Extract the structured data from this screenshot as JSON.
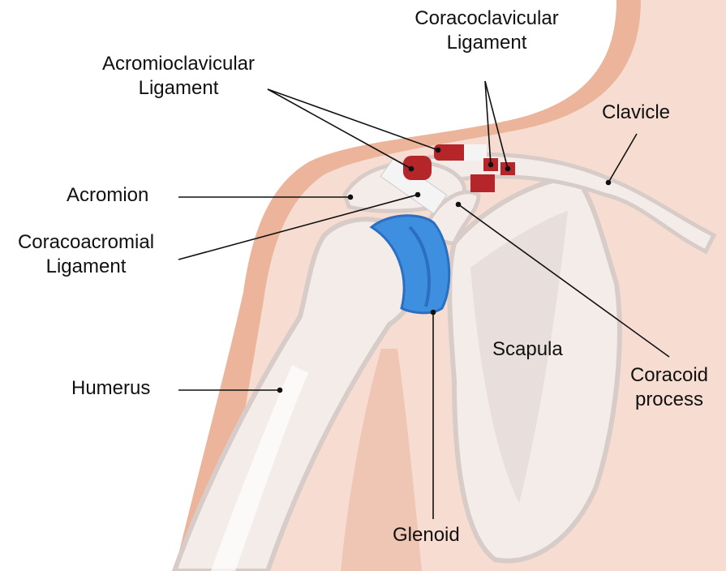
{
  "labels": {
    "acromioclavicular": [
      "Acromioclavicular",
      "Ligament"
    ],
    "coracoclavicular": [
      "Coracoclavicular",
      "Ligament"
    ],
    "clavicle": "Clavicle",
    "acromion": "Acromion",
    "coracoacromial": [
      "Coracoacromial",
      "Ligament"
    ],
    "humerus": "Humerus",
    "scapula": "Scapula",
    "coracoid": [
      "Coracoid",
      "process"
    ],
    "glenoid": "Glenoid"
  },
  "colors": {
    "skin": "#f7ddd1",
    "skin_edge": "#ebb49b",
    "bone": "#f3ece9",
    "bone_shadow": "#d8ccc8",
    "cartilage": "#3f8fe0",
    "muscle": "#b5262a"
  }
}
